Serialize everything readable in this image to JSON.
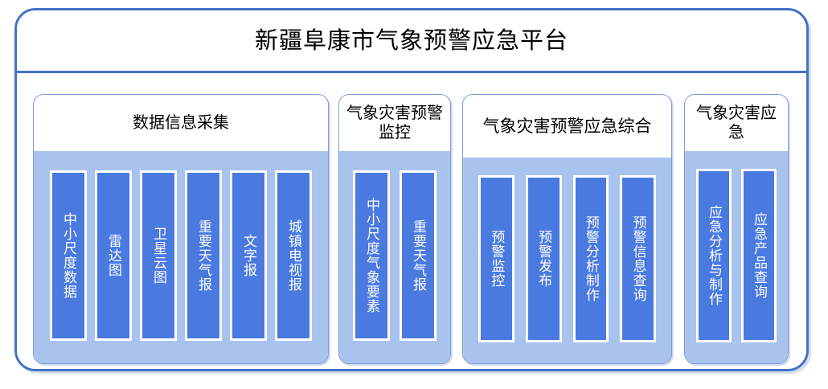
{
  "header": {
    "title": "新疆阜康市气象预警应急平台"
  },
  "colors": {
    "frame_border": "#4472c4",
    "panel_border": "#7a9fd6",
    "panel_body_bg": "#a9c3ef",
    "box_fill": "#4a7ae0",
    "box_border": "#ffffff",
    "box_text": "#ffffff",
    "title_text": "#000000",
    "page_bg": "#ffffff"
  },
  "sections": [
    {
      "id": "data-collection",
      "title": "数据信息采集",
      "items": [
        {
          "label": "中小尺度数据"
        },
        {
          "label": "雷达图"
        },
        {
          "label": "卫星云图"
        },
        {
          "label": "重要天气报"
        },
        {
          "label": "文字报"
        },
        {
          "label": "城镇电视报"
        }
      ]
    },
    {
      "id": "disaster-warning-monitor",
      "title": "气象灾害预警监控",
      "items": [
        {
          "label": "中小尺度气象要素"
        },
        {
          "label": "重要天气报"
        }
      ]
    },
    {
      "id": "warning-emergency-integrated",
      "title": "气象灾害预警应急综合",
      "items": [
        {
          "label": "预警监控"
        },
        {
          "label": "预警发布"
        },
        {
          "label": "预警分析制作"
        },
        {
          "label": "预警信息查询"
        }
      ]
    },
    {
      "id": "disaster-emergency",
      "title": "气象灾害应急",
      "items": [
        {
          "label": "应急分析与制作"
        },
        {
          "label": "应急产品查询"
        }
      ]
    }
  ]
}
